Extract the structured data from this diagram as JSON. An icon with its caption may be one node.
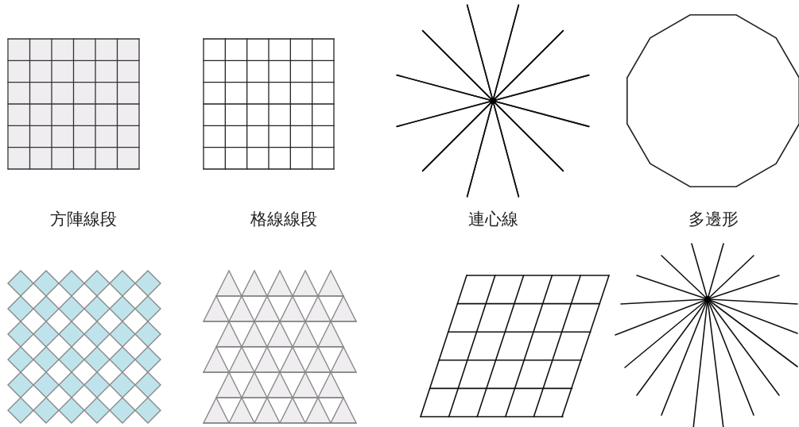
{
  "diagram": {
    "labels": [
      "方陣線段",
      "格線線段",
      "連心線",
      "多邊形"
    ]
  }
}
